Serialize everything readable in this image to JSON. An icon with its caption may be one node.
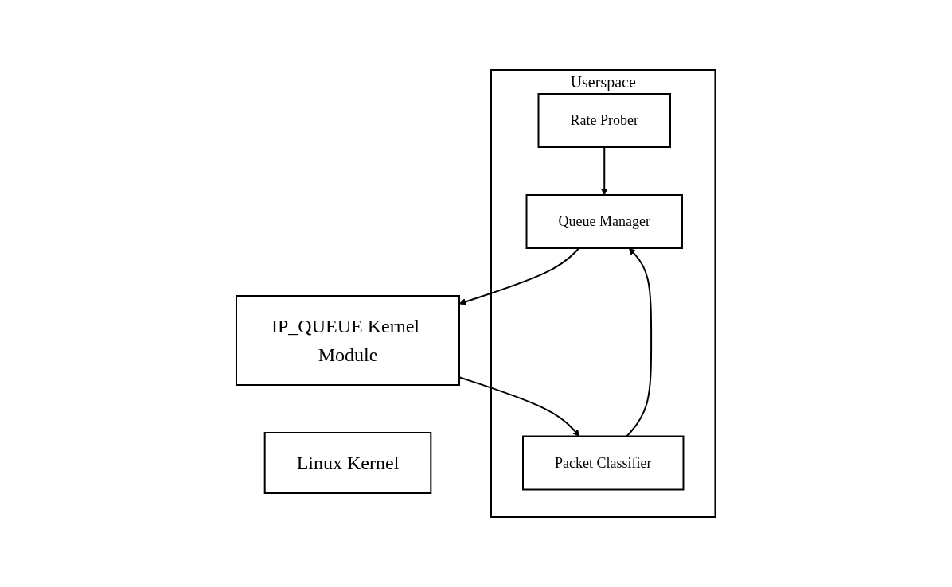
{
  "diagram": {
    "nodes": [
      {
        "text": [
          "Userspace"
        ]
      },
      {
        "text": [
          "Rate Prober"
        ],
        "in": 0
      },
      {
        "text": [
          "Queue Manager"
        ],
        "in": 0
      },
      {
        "text": [
          "Packet Classifier"
        ],
        "in": 0
      },
      {
        "text": [
          "IP_QUEUE Kernel Module"
        ]
      },
      {
        "text": [
          "Linux Kernel"
        ]
      }
    ],
    "edges": [
      {
        "from": 1,
        "to": 2,
        "arrow": "to"
      },
      {
        "from": 3,
        "to": 2,
        "arrow": "to"
      },
      {
        "from": 2,
        "to": 4,
        "arrow": "to"
      },
      {
        "from": 4,
        "to": 3,
        "arrow": "to"
      }
    ]
  }
}
